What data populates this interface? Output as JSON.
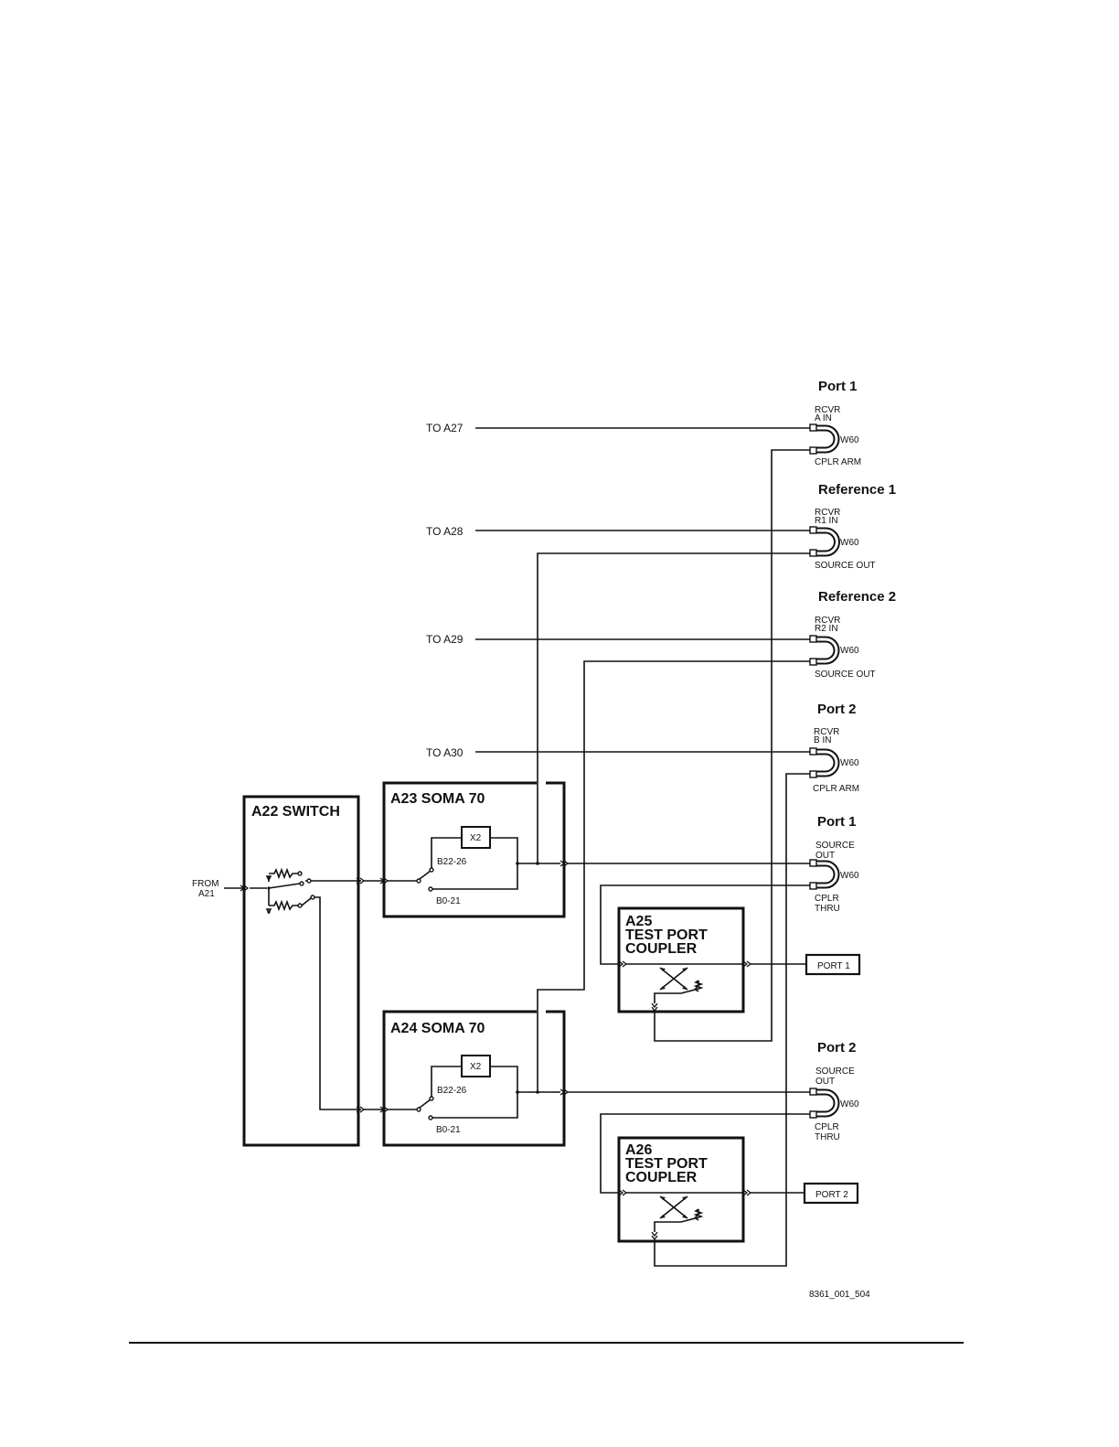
{
  "blocks": {
    "a22": "A22 SWITCH",
    "a23": "A23 SOMA 70",
    "a24": "A24 SOMA 70",
    "a25": [
      "A25",
      "TEST PORT",
      "COUPLER"
    ],
    "a26": [
      "A26",
      "TEST PORT",
      "COUPLER"
    ]
  },
  "input": [
    "FROM",
    "A21"
  ],
  "outputs": {
    "to_a27": "TO A27",
    "to_a28": "TO A28",
    "to_a29": "TO A29",
    "to_a30": "TO A30"
  },
  "connector_groups": [
    {
      "heading": "Port 1",
      "top": [
        "RCVR",
        "A IN"
      ],
      "cable": "W60",
      "bottom": [
        "CPLR ARM"
      ]
    },
    {
      "heading": "Reference 1",
      "top": [
        "RCVR",
        "R1 IN"
      ],
      "cable": "W60",
      "bottom": [
        "SOURCE OUT"
      ]
    },
    {
      "heading": "Reference 2",
      "top": [
        "RCVR",
        "R2 IN"
      ],
      "cable": "W60",
      "bottom": [
        "SOURCE OUT"
      ]
    },
    {
      "heading": "Port 2",
      "top": [
        "RCVR",
        "B IN"
      ],
      "cable": "W60",
      "bottom": [
        "CPLR ARM"
      ]
    },
    {
      "heading": "Port 1",
      "top": [
        "SOURCE",
        "OUT"
      ],
      "cable": "W60",
      "bottom": [
        "CPLR",
        "THRU"
      ]
    },
    {
      "heading": "Port 2",
      "top": [
        "SOURCE",
        "OUT"
      ],
      "cable": "W60",
      "bottom": [
        "CPLR",
        "THRU"
      ]
    }
  ],
  "multiplier": "X2",
  "bands": {
    "upper": "B22-26",
    "lower": "B0-21"
  },
  "port_boxes": {
    "port1": "PORT 1",
    "port2": "PORT 2"
  },
  "figure_id": "8361_001_504"
}
